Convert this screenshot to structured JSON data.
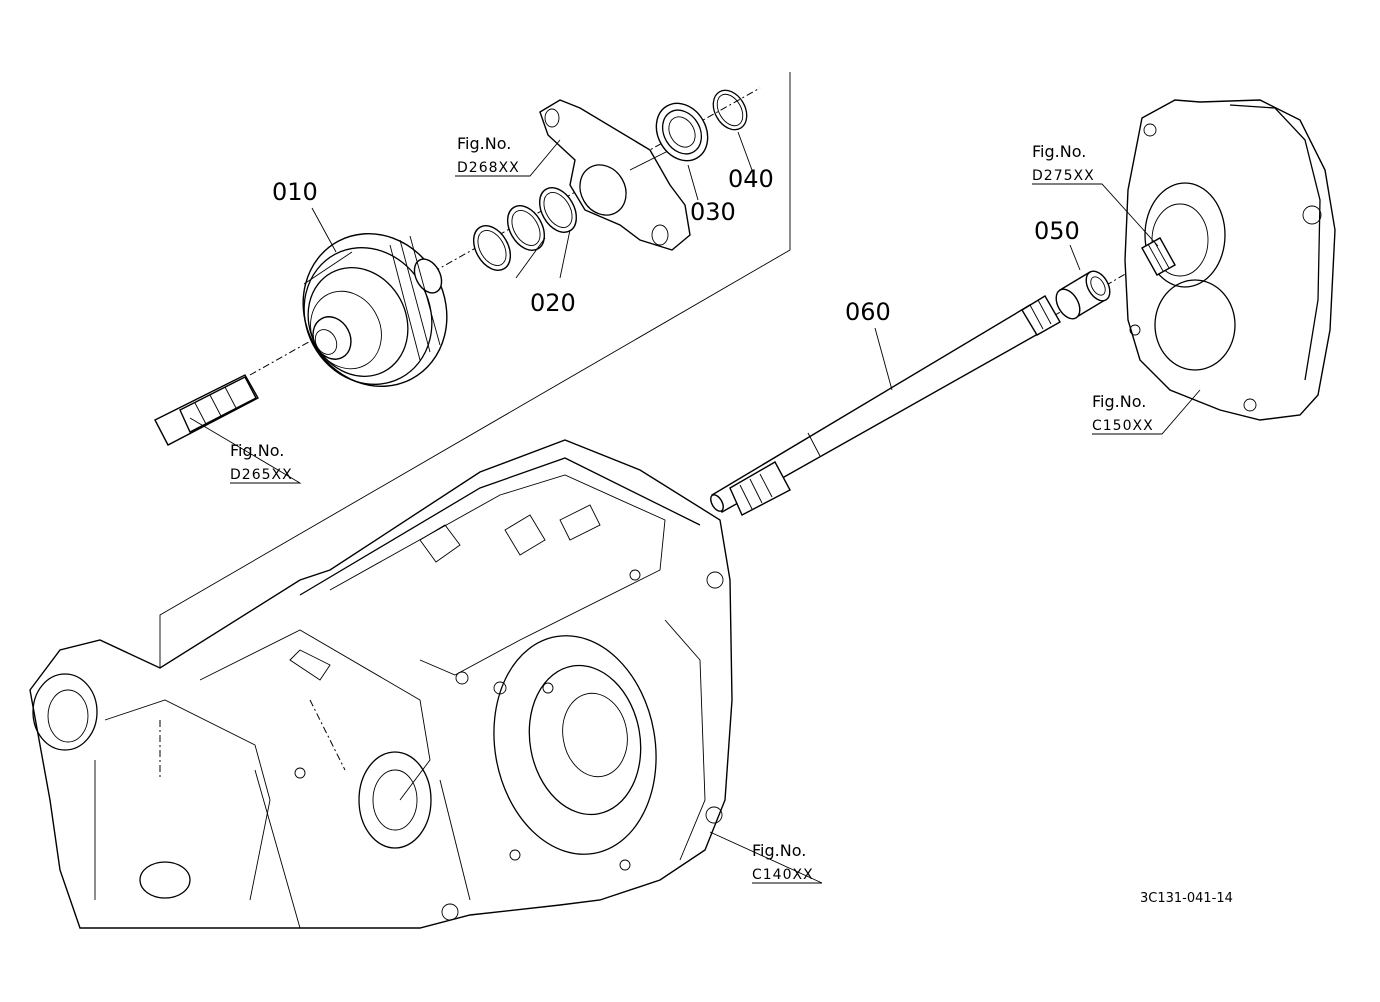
{
  "callouts": [
    {
      "id": "010",
      "text": "010"
    },
    {
      "id": "020",
      "text": "020"
    },
    {
      "id": "030",
      "text": "030"
    },
    {
      "id": "040",
      "text": "040"
    },
    {
      "id": "050",
      "text": "050"
    },
    {
      "id": "060",
      "text": "060"
    }
  ],
  "figure_refs": [
    {
      "prefix": "Fig.No.",
      "code": "D268XX"
    },
    {
      "prefix": "Fig.No.",
      "code": "D265XX"
    },
    {
      "prefix": "Fig.No.",
      "code": "D275XX"
    },
    {
      "prefix": "Fig.No.",
      "code": "C150XX"
    },
    {
      "prefix": "Fig.No.",
      "code": "C140XX"
    }
  ],
  "drawing_code": "3C131-041-14"
}
